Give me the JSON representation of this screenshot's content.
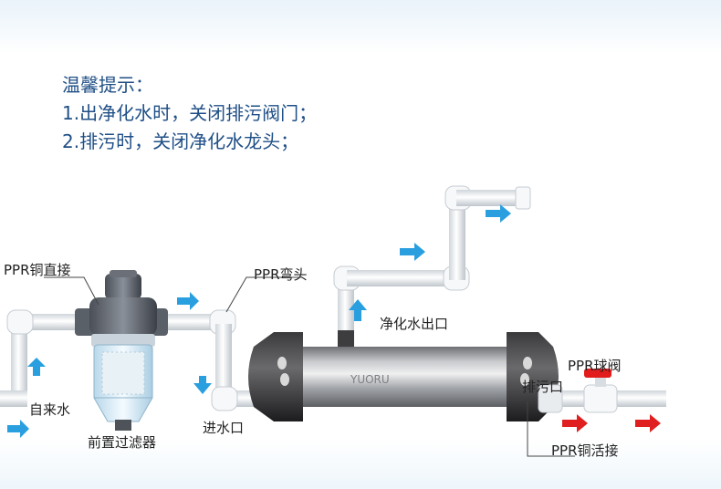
{
  "tips": {
    "heading": "温馨提示：",
    "line1": "1.出净化水时，关闭排污阀门；",
    "line2": "2.排污时，关闭净化水龙头；"
  },
  "labels": {
    "ppr_copper_straight": "PPR铜直接",
    "ppr_elbow": "PPR弯头",
    "purified_outlet": "净化水出口",
    "tap_water": "自来水",
    "inlet": "进水口",
    "pre_filter": "前置过滤器",
    "drain_outlet": "排污口",
    "ppr_ball_valve": "PPR球阀",
    "ppr_copper_union": "PPR铜活接"
  },
  "brand": "YUORU",
  "colors": {
    "tip_text": "#1f4f86",
    "flow_arrow_blue": "#2a9fe0",
    "flow_arrow_red": "#e02020",
    "pipe": "#f3f5f7",
    "valve_handle": "#e21b1b"
  }
}
